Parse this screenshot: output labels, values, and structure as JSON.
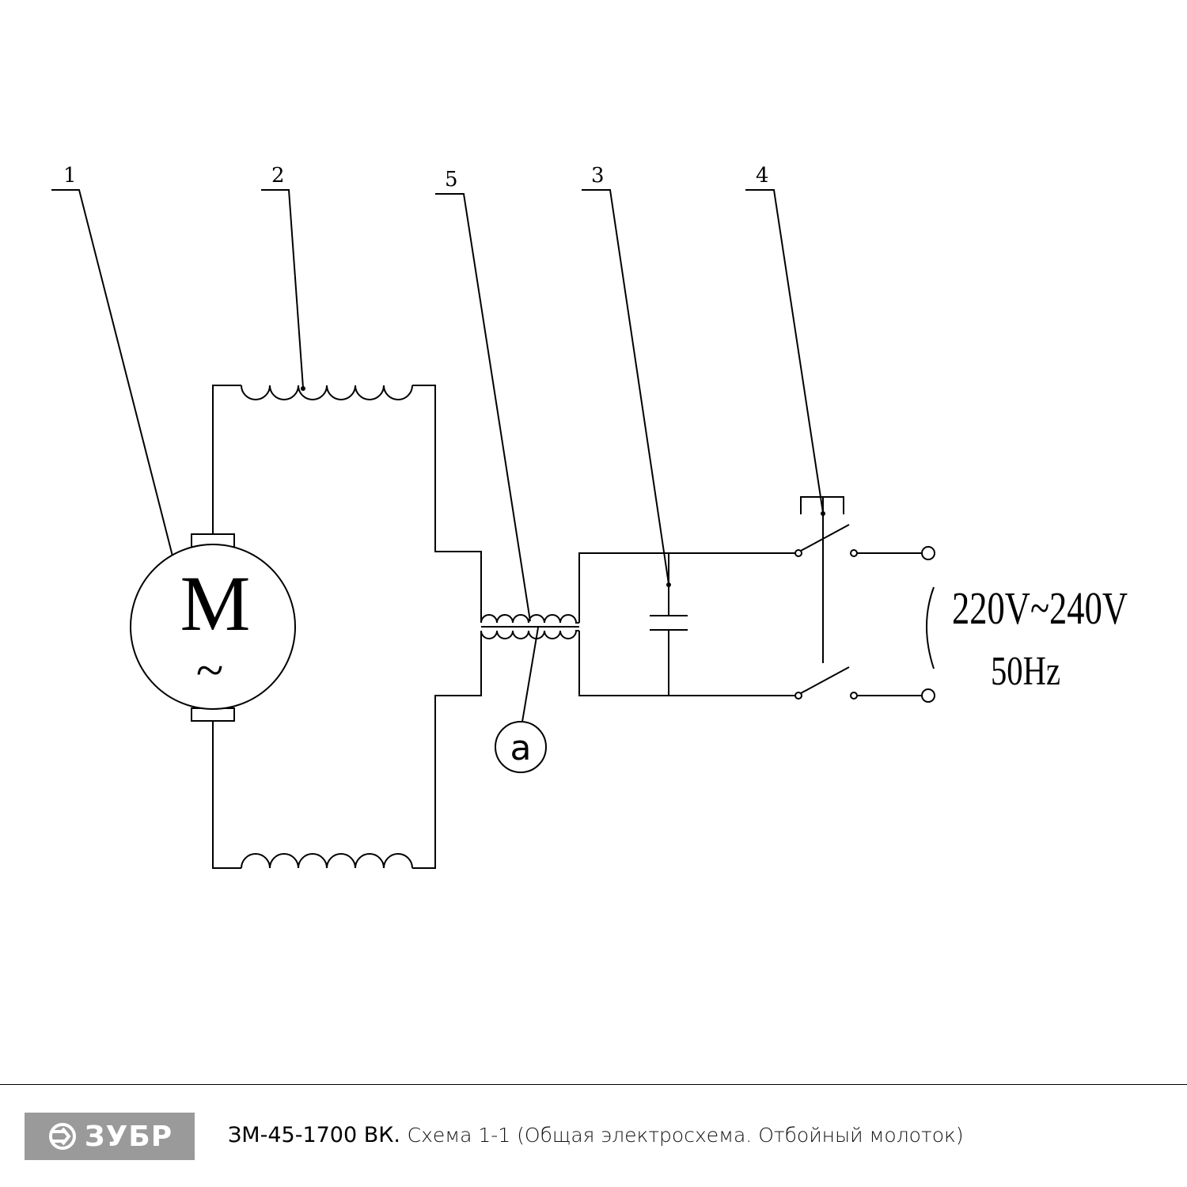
{
  "callouts": [
    "1",
    "2",
    "5",
    "3",
    "4"
  ],
  "motor": {
    "letter": "M",
    "symbol": "~"
  },
  "choke_label": "a",
  "supply": {
    "voltage": "220V~240V",
    "frequency": "50Hz"
  },
  "footer": {
    "brand": "ЗУБР",
    "model": "ЗМ-45-1700 ВК.",
    "description": "Схема 1-1 (Общая электросхема. Отбойный молоток)"
  },
  "colors": {
    "logo_bg": "#9a9a9a",
    "line": "#000000"
  }
}
